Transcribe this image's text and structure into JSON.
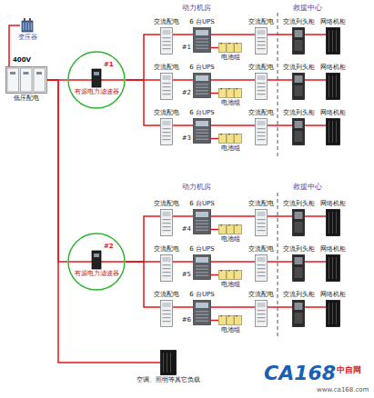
{
  "diagram": {
    "nodes": [
      {
        "text": [
          "变压器"
        ]
      },
      {
        "text": [
          "低压配电"
        ]
      },
      {
        "text": [
          "#1",
          "有源电力滤波器"
        ]
      },
      {
        "text": [
          "交流配电"
        ]
      },
      {
        "text": [
          "6 台UPS",
          "#1"
        ]
      },
      {
        "text": [
          "电池组"
        ]
      },
      {
        "text": [
          "交流配电"
        ]
      },
      {
        "text": [
          "交流列头柜"
        ]
      },
      {
        "text": [
          "网络机柜"
        ]
      },
      {
        "text": [
          "交流配电"
        ]
      },
      {
        "text": [
          "6 台UPS",
          "#2"
        ]
      },
      {
        "text": [
          "电池组"
        ]
      },
      {
        "text": [
          "交流配电"
        ]
      },
      {
        "text": [
          "交流列头柜"
        ]
      },
      {
        "text": [
          "网络机柜"
        ]
      },
      {
        "text": [
          "交流配电"
        ]
      },
      {
        "text": [
          "6 台UPS",
          "#3"
        ]
      },
      {
        "text": [
          "电池组"
        ]
      },
      {
        "text": [
          "交流配电"
        ]
      },
      {
        "text": [
          "交流列头柜"
        ]
      },
      {
        "text": [
          "网络机柜"
        ]
      },
      {
        "text": [
          "#2",
          "有源电力滤波器"
        ]
      },
      {
        "text": [
          "交流配电"
        ]
      },
      {
        "text": [
          "6 台UPS",
          "#4"
        ]
      },
      {
        "text": [
          "电池组"
        ]
      },
      {
        "text": [
          "交流配电"
        ]
      },
      {
        "text": [
          "交流列头柜"
        ]
      },
      {
        "text": [
          "网络机柜"
        ]
      },
      {
        "text": [
          "交流配电"
        ]
      },
      {
        "text": [
          "6 台UPS",
          "#5"
        ]
      },
      {
        "text": [
          "电池组"
        ]
      },
      {
        "text": [
          "交流配电"
        ]
      },
      {
        "text": [
          "交流列头柜"
        ]
      },
      {
        "text": [
          "网络机柜"
        ]
      },
      {
        "text": [
          "交流配电"
        ]
      },
      {
        "text": [
          "6 台UPS",
          "#6"
        ]
      },
      {
        "text": [
          "电池组"
        ]
      },
      {
        "text": [
          "交流配电"
        ]
      },
      {
        "text": [
          "交流列头柜"
        ]
      },
      {
        "text": [
          "网络机柜"
        ]
      },
      {
        "text": [
          "空调、照明等其它负载"
        ]
      }
    ],
    "edges": [
      {
        "from": 0,
        "to": 1,
        "arrow": "none"
      },
      {
        "from": 1,
        "to": 2,
        "arrow": "none"
      },
      {
        "from": 2,
        "to": 3,
        "arrow": "none"
      },
      {
        "from": 2,
        "to": 9,
        "arrow": "none"
      },
      {
        "from": 2,
        "to": 15,
        "arrow": "none"
      },
      {
        "from": 3,
        "to": 4,
        "arrow": "none"
      },
      {
        "from": 4,
        "to": 5,
        "arrow": "none"
      },
      {
        "from": 4,
        "to": 6,
        "arrow": "none"
      },
      {
        "from": 6,
        "to": 7,
        "arrow": "none"
      },
      {
        "from": 7,
        "to": 8,
        "arrow": "none"
      },
      {
        "from": 9,
        "to": 10,
        "arrow": "none"
      },
      {
        "from": 10,
        "to": 11,
        "arrow": "none"
      },
      {
        "from": 10,
        "to": 12,
        "arrow": "none"
      },
      {
        "from": 12,
        "to": 13,
        "arrow": "none"
      },
      {
        "from": 13,
        "to": 14,
        "arrow": "none"
      },
      {
        "from": 15,
        "to": 16,
        "arrow": "none"
      },
      {
        "from": 16,
        "to": 17,
        "arrow": "none"
      },
      {
        "from": 16,
        "to": 18,
        "arrow": "none"
      },
      {
        "from": 18,
        "to": 19,
        "arrow": "none"
      },
      {
        "from": 19,
        "to": 20,
        "arrow": "none"
      },
      {
        "from": 1,
        "to": 21,
        "arrow": "none"
      },
      {
        "from": 21,
        "to": 22,
        "arrow": "none"
      },
      {
        "from": 21,
        "to": 28,
        "arrow": "none"
      },
      {
        "from": 21,
        "to": 34,
        "arrow": "none"
      },
      {
        "from": 22,
        "to": 23,
        "arrow": "none"
      },
      {
        "from": 23,
        "to": 24,
        "arrow": "none"
      },
      {
        "from": 23,
        "to": 25,
        "arrow": "none"
      },
      {
        "from": 25,
        "to": 26,
        "arrow": "none"
      },
      {
        "from": 26,
        "to": 27,
        "arrow": "none"
      },
      {
        "from": 28,
        "to": 29,
        "arrow": "none"
      },
      {
        "from": 29,
        "to": 30,
        "arrow": "none"
      },
      {
        "from": 29,
        "to": 31,
        "arrow": "none"
      },
      {
        "from": 31,
        "to": 32,
        "arrow": "none"
      },
      {
        "from": 32,
        "to": 33,
        "arrow": "none"
      },
      {
        "from": 34,
        "to": 35,
        "arrow": "none"
      },
      {
        "from": 35,
        "to": 36,
        "arrow": "none"
      },
      {
        "from": 35,
        "to": 37,
        "arrow": "none"
      },
      {
        "from": 37,
        "to": 38,
        "arrow": "none"
      },
      {
        "from": 38,
        "to": 39,
        "arrow": "none"
      },
      {
        "from": 1,
        "to": 40,
        "arrow": "none"
      }
    ],
    "labels": [
      "400V",
      "动力机房",
      "救援中心",
      "动力机房",
      "救援中心",
      "CA168",
      "中自网",
      "www.ca168.com"
    ]
  }
}
